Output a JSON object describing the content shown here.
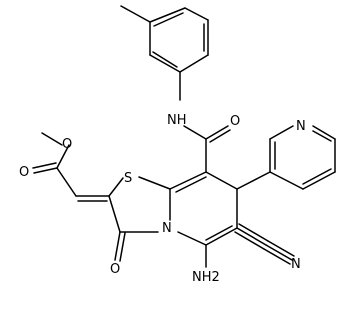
{
  "diagram": {
    "kind": "chemical-structure",
    "atom_labels": {
      "thiazole_sulfur": "S",
      "ring_nitrogen": "N",
      "pyridine_nitrogen": "N",
      "amide_nh": "NH",
      "amide_oxygen": "O",
      "ketone_oxygen": "O",
      "ester_carbonyl_oxygen": "O",
      "ester_methoxy_oxygen": "O",
      "cyano_nitrogen": "N",
      "amino_group": "NH2"
    },
    "colors": {
      "bonds": "#000000",
      "labels": "#000000",
      "background": "#ffffff"
    }
  }
}
